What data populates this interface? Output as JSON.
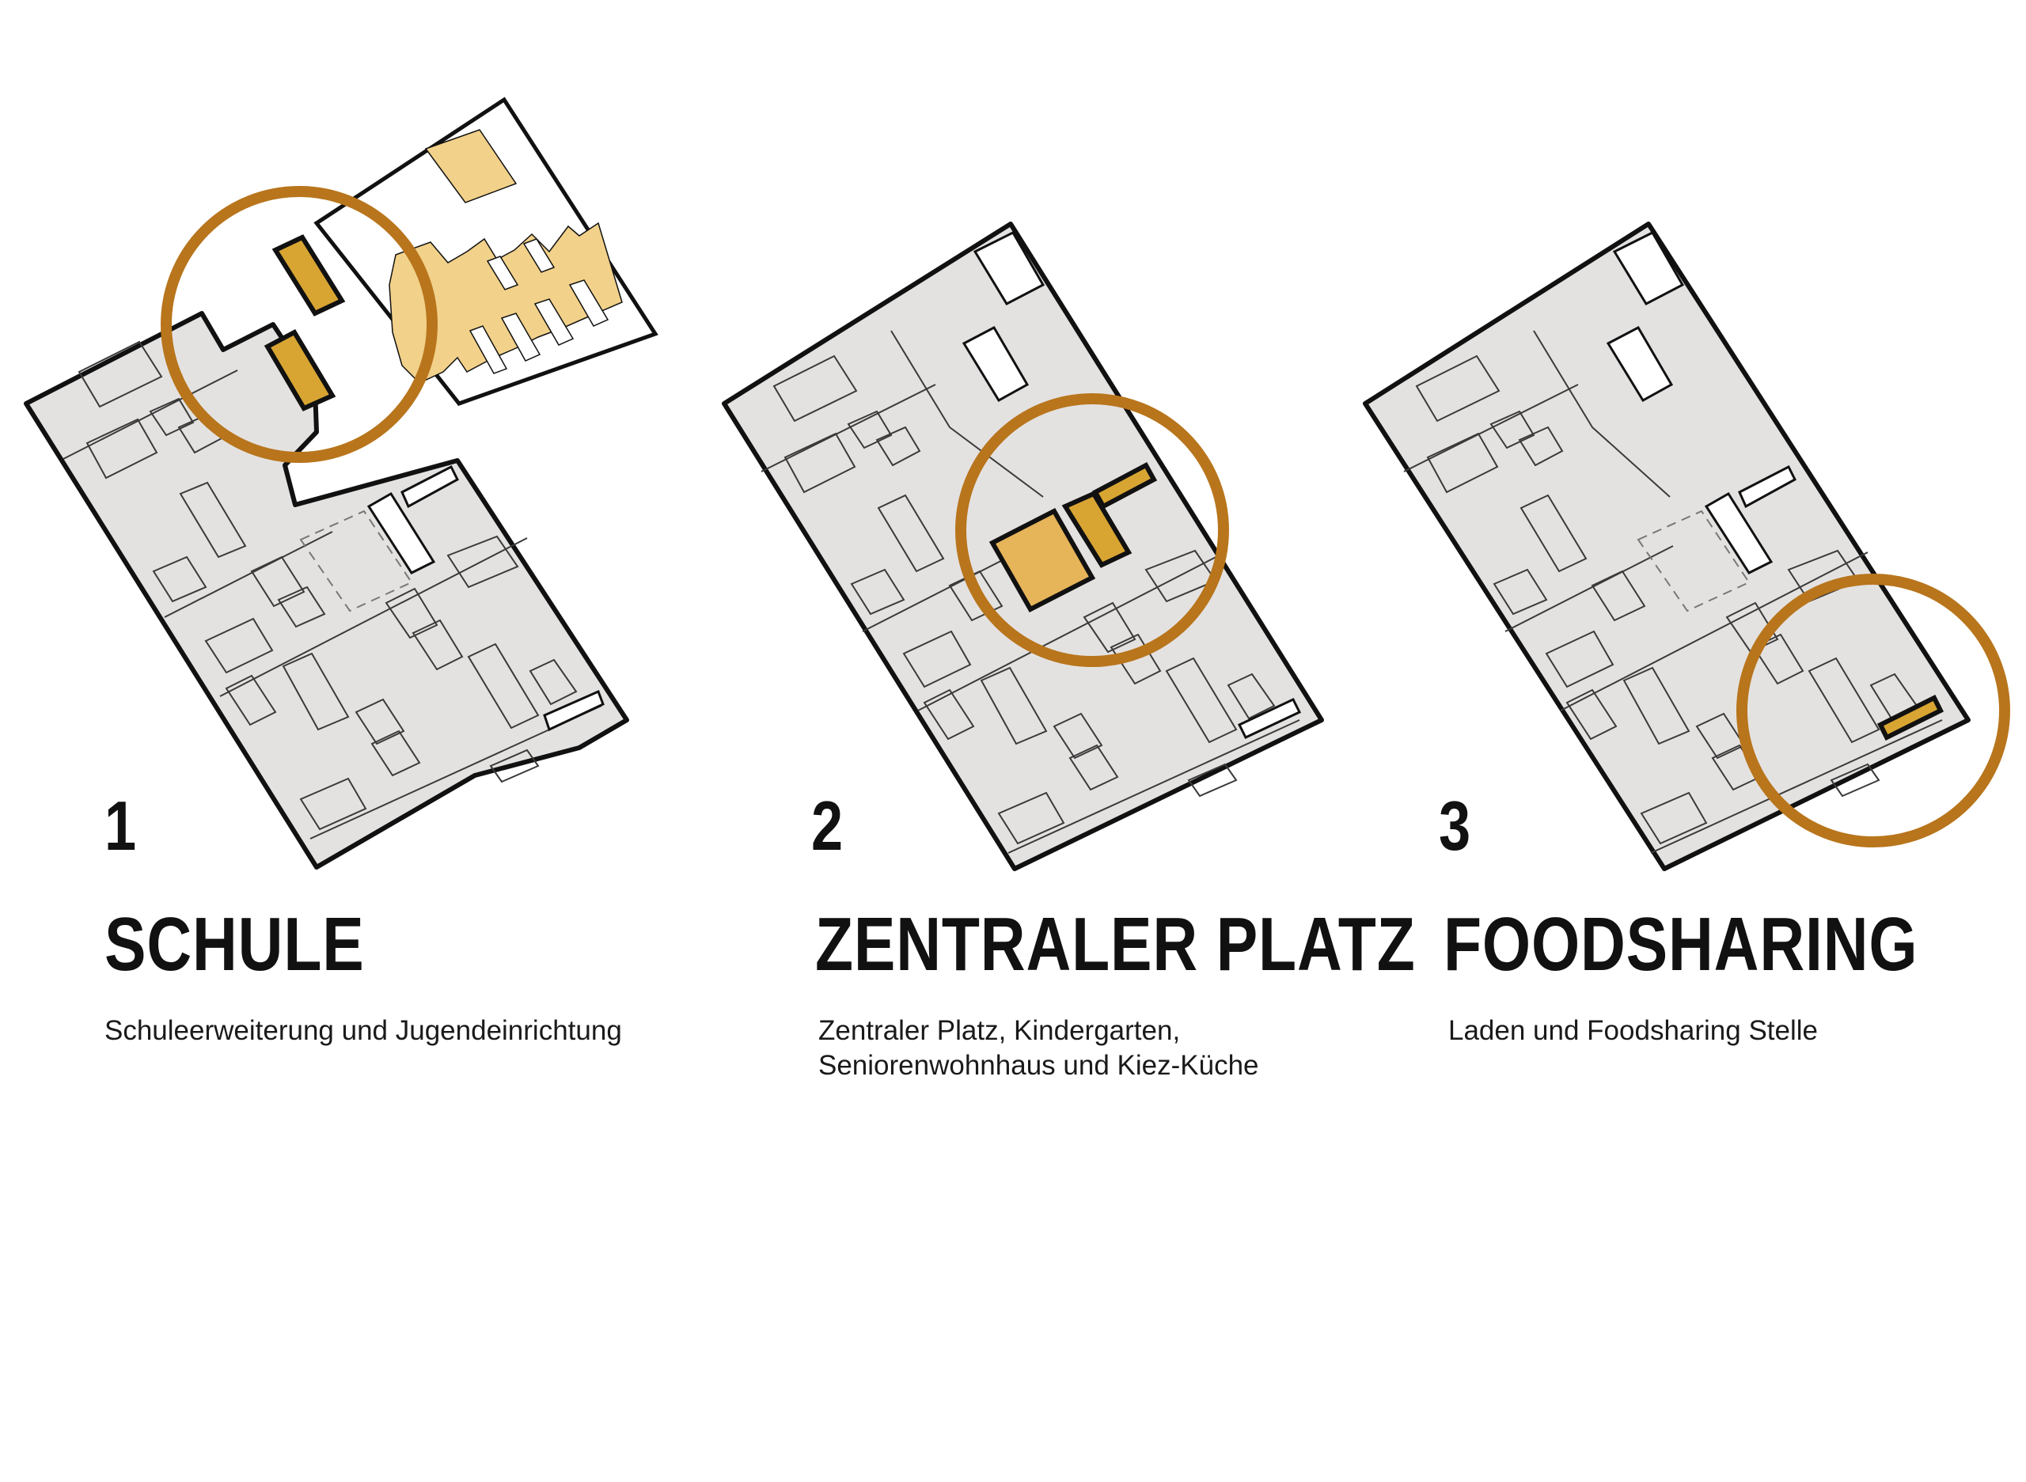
{
  "colors": {
    "site": "#e4e2e1",
    "outline": "#111111",
    "thin_line": "#3a3a3a",
    "highlight_dark": "#d8a533",
    "highlight_mid": "#e6b459",
    "highlight_light": "#f2d18a",
    "ring": "#b8751c",
    "text": "#111111"
  },
  "panels": [
    {
      "number": "1",
      "title": "SCHULE",
      "desc_lines": [
        "Schuleerweiterung und Jugendeinrichtung"
      ]
    },
    {
      "number": "2",
      "title": "ZENTRALER PLATZ",
      "desc_lines": [
        "Zentraler Platz, Kindergarten,",
        "Seniorenwohnhaus und Kiez-Küche"
      ]
    },
    {
      "number": "3",
      "title": "FOODSHARING",
      "desc_lines": [
        "Laden und Foodsharing Stelle"
      ]
    }
  ]
}
